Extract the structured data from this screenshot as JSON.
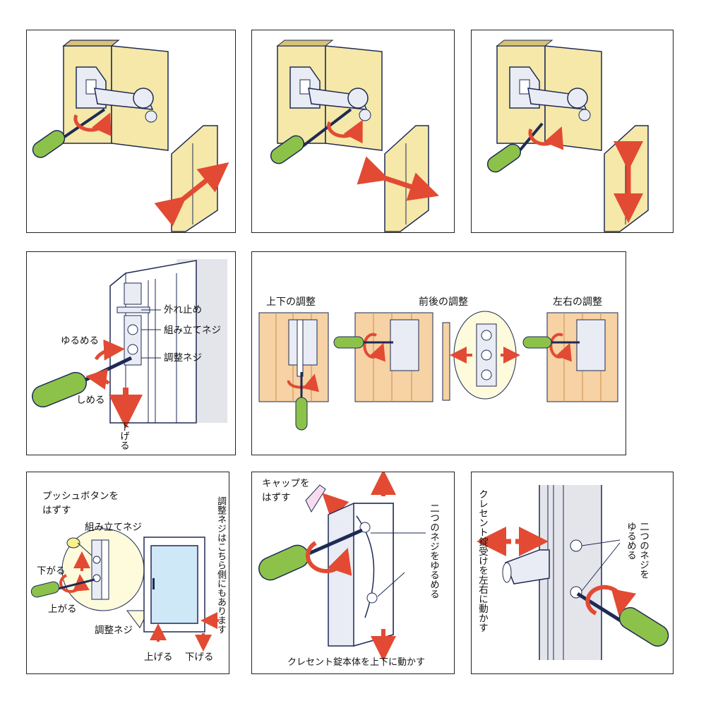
{
  "colors": {
    "wood": "#f5e8a8",
    "wood_edge": "#d7c277",
    "plank_light": "#f6d2a4",
    "plank_dark": "#e7b67d",
    "metal": "#e9ecf4",
    "outline": "#1e2a55",
    "handle": "#8dc24a",
    "arrow": "#e24a33",
    "pale_yellow": "#fdfbdc",
    "panel_border": "#222222"
  },
  "icons": [
    "screwdriver-icon",
    "rotation-arrow-icon",
    "direction-arrow-icon",
    "screw-icon"
  ],
  "panel_door_hinge": {
    "labels": {
      "stopper": "外れ止め",
      "assembly_screw": "組み立てネジ",
      "adjust_screw": "調整ネジ",
      "loosen": "ゆるめる",
      "tighten": "しめる",
      "lower": "下げる"
    }
  },
  "panel_flag_hinge": {
    "titles": {
      "vertical": "上下の調整",
      "depth": "前後の調整",
      "lateral": "左右の調整"
    }
  },
  "panel_window": {
    "labels": {
      "push_button": "プッシュボタンを",
      "remove": "はずす",
      "assembly_screw": "組み立てネジ",
      "down": "下がる",
      "up": "上がる",
      "adjust_screw": "調整ネジ",
      "other_side": "調整ネジはこちら側にもあります",
      "raise": "上げる",
      "lower": "下げる"
    }
  },
  "panel_crescent_lock": {
    "labels": {
      "cap": "キャップを",
      "remove": "はずす",
      "two_screws": "二つのネジをゆるめる",
      "move_body": "クレセント錠本体を上下に動かす"
    }
  },
  "panel_crescent_receiver": {
    "labels": {
      "move_receiver": "クレセント錠受けを左右に動かす",
      "two_screws_1": "二つのネジを",
      "two_screws_2": "ゆるめる"
    }
  }
}
